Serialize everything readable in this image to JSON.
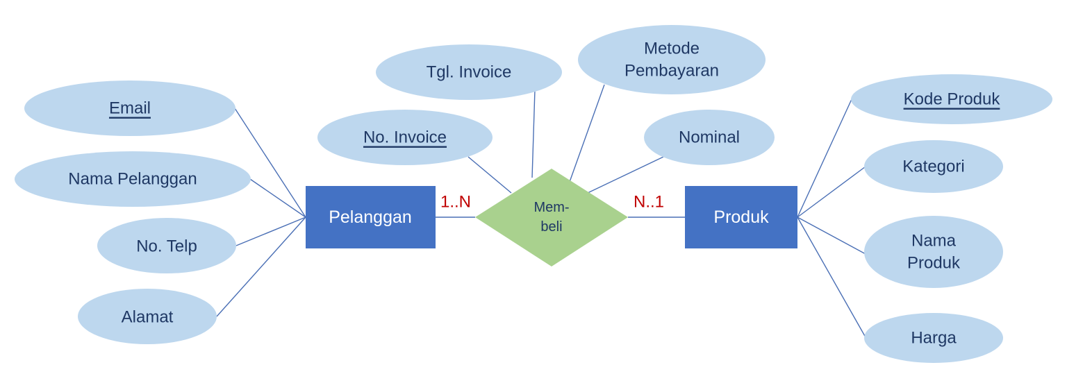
{
  "colors": {
    "attribute_fill": "#bdd7ee",
    "entity_fill": "#4472c4",
    "relationship_fill": "#a9d18e",
    "line": "#4a6fb5",
    "attribute_text": "#1f3864",
    "entity_text": "#ffffff",
    "cardinality_text": "#c00000"
  },
  "entities": {
    "pelanggan": "Pelanggan",
    "produk": "Produk"
  },
  "relationship": {
    "line1": "Mem-",
    "line2": "beli"
  },
  "cardinality": {
    "left": "1..N",
    "right": "N..1"
  },
  "attributes": {
    "email": "Email",
    "nama_pelanggan": "Nama Pelanggan",
    "no_telp": "No. Telp",
    "alamat": "Alamat",
    "no_invoice": "No. Invoice",
    "tgl_invoice": "Tgl. Invoice",
    "metode_line1": "Metode",
    "metode_line2": "Pembayaran",
    "nominal": "Nominal",
    "kode_produk": "Kode Produk",
    "kategori": "Kategori",
    "nama_produk_line1": "Nama",
    "nama_produk_line2": "Produk",
    "harga": "Harga"
  }
}
